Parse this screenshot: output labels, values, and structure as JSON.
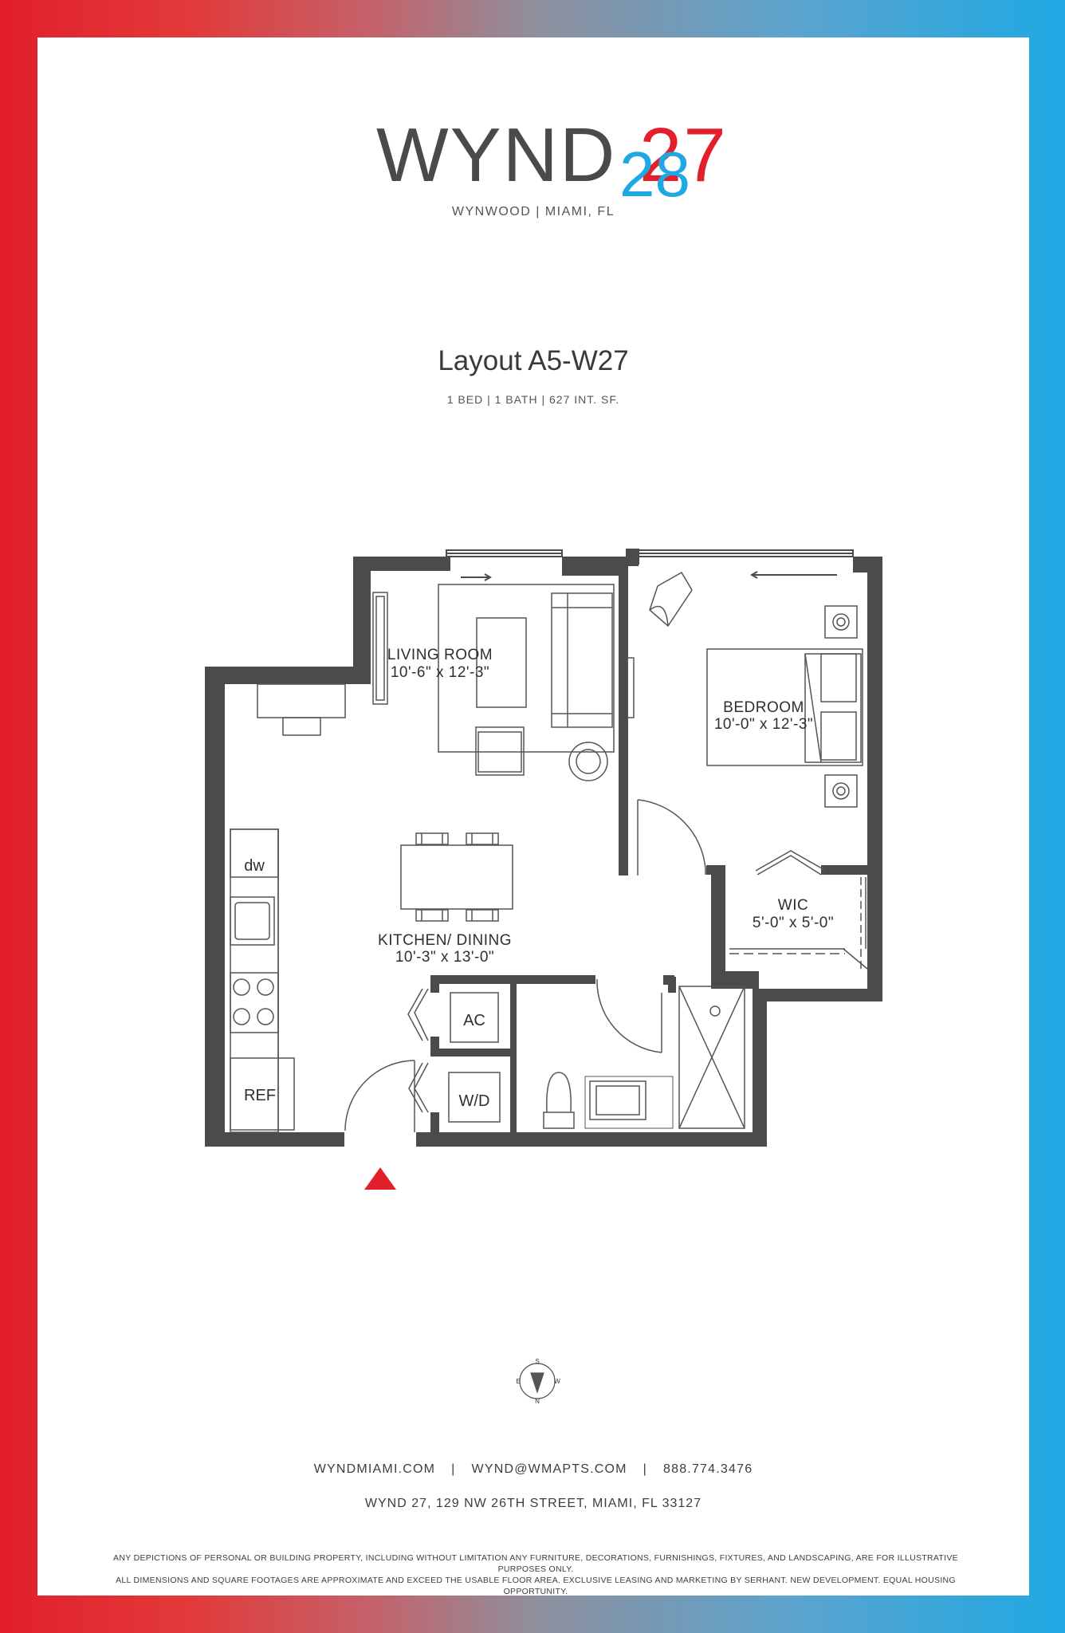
{
  "brand": {
    "logo_word": "WYND",
    "logo_num_a": "27",
    "logo_num_b": "28",
    "tagline": "WYNWOOD | MIAMI, FL",
    "colors": {
      "red": "#e21f2b",
      "blue": "#1fa8e3",
      "gray": "#4a4a4c"
    }
  },
  "layout": {
    "title": "Layout A5-W27",
    "subtitle": "1 BED | 1 BATH | 627 INT. SF."
  },
  "rooms": {
    "living": {
      "name": "LIVING ROOM",
      "dims": "10'-6\" x 12'-3\""
    },
    "bedroom": {
      "name": "BEDROOM",
      "dims": "10'-0\" x 12'-3\""
    },
    "wic": {
      "name": "WIC",
      "dims": "5'-0\" x 5'-0\""
    },
    "kitchen": {
      "name": "KITCHEN/ DINING",
      "dims": "10'-3\" x 13'-0\""
    }
  },
  "fixtures": {
    "dw": "dw",
    "ac": "AC",
    "wd": "W/D",
    "ref": "REF"
  },
  "compass": {
    "n": "N",
    "s": "S",
    "e": "E",
    "w": "W"
  },
  "contact": {
    "website": "WYNDMIAMI.COM",
    "email": "WYND@WMAPTS.COM",
    "phone": "888.774.3476",
    "separator": "|",
    "address": "WYND 27, 129 NW 26TH STREET, MIAMI, FL 33127"
  },
  "disclaimer": {
    "line1": "ANY DEPICTIONS OF PERSONAL OR BUILDING PROPERTY, INCLUDING WITHOUT LIMITATION ANY FURNITURE, DECORATIONS, FURNISHINGS, FIXTURES, AND LANDSCAPING, ARE FOR ILLUSTRATIVE PURPOSES ONLY.",
    "line2": "ALL DIMENSIONS AND SQUARE FOOTAGES ARE APPROXIMATE AND EXCEED THE USABLE FLOOR AREA. EXCLUSIVE LEASING AND MARKETING BY SERHANT. NEW DEVELOPMENT. EQUAL HOUSING OPPORTUNITY."
  }
}
